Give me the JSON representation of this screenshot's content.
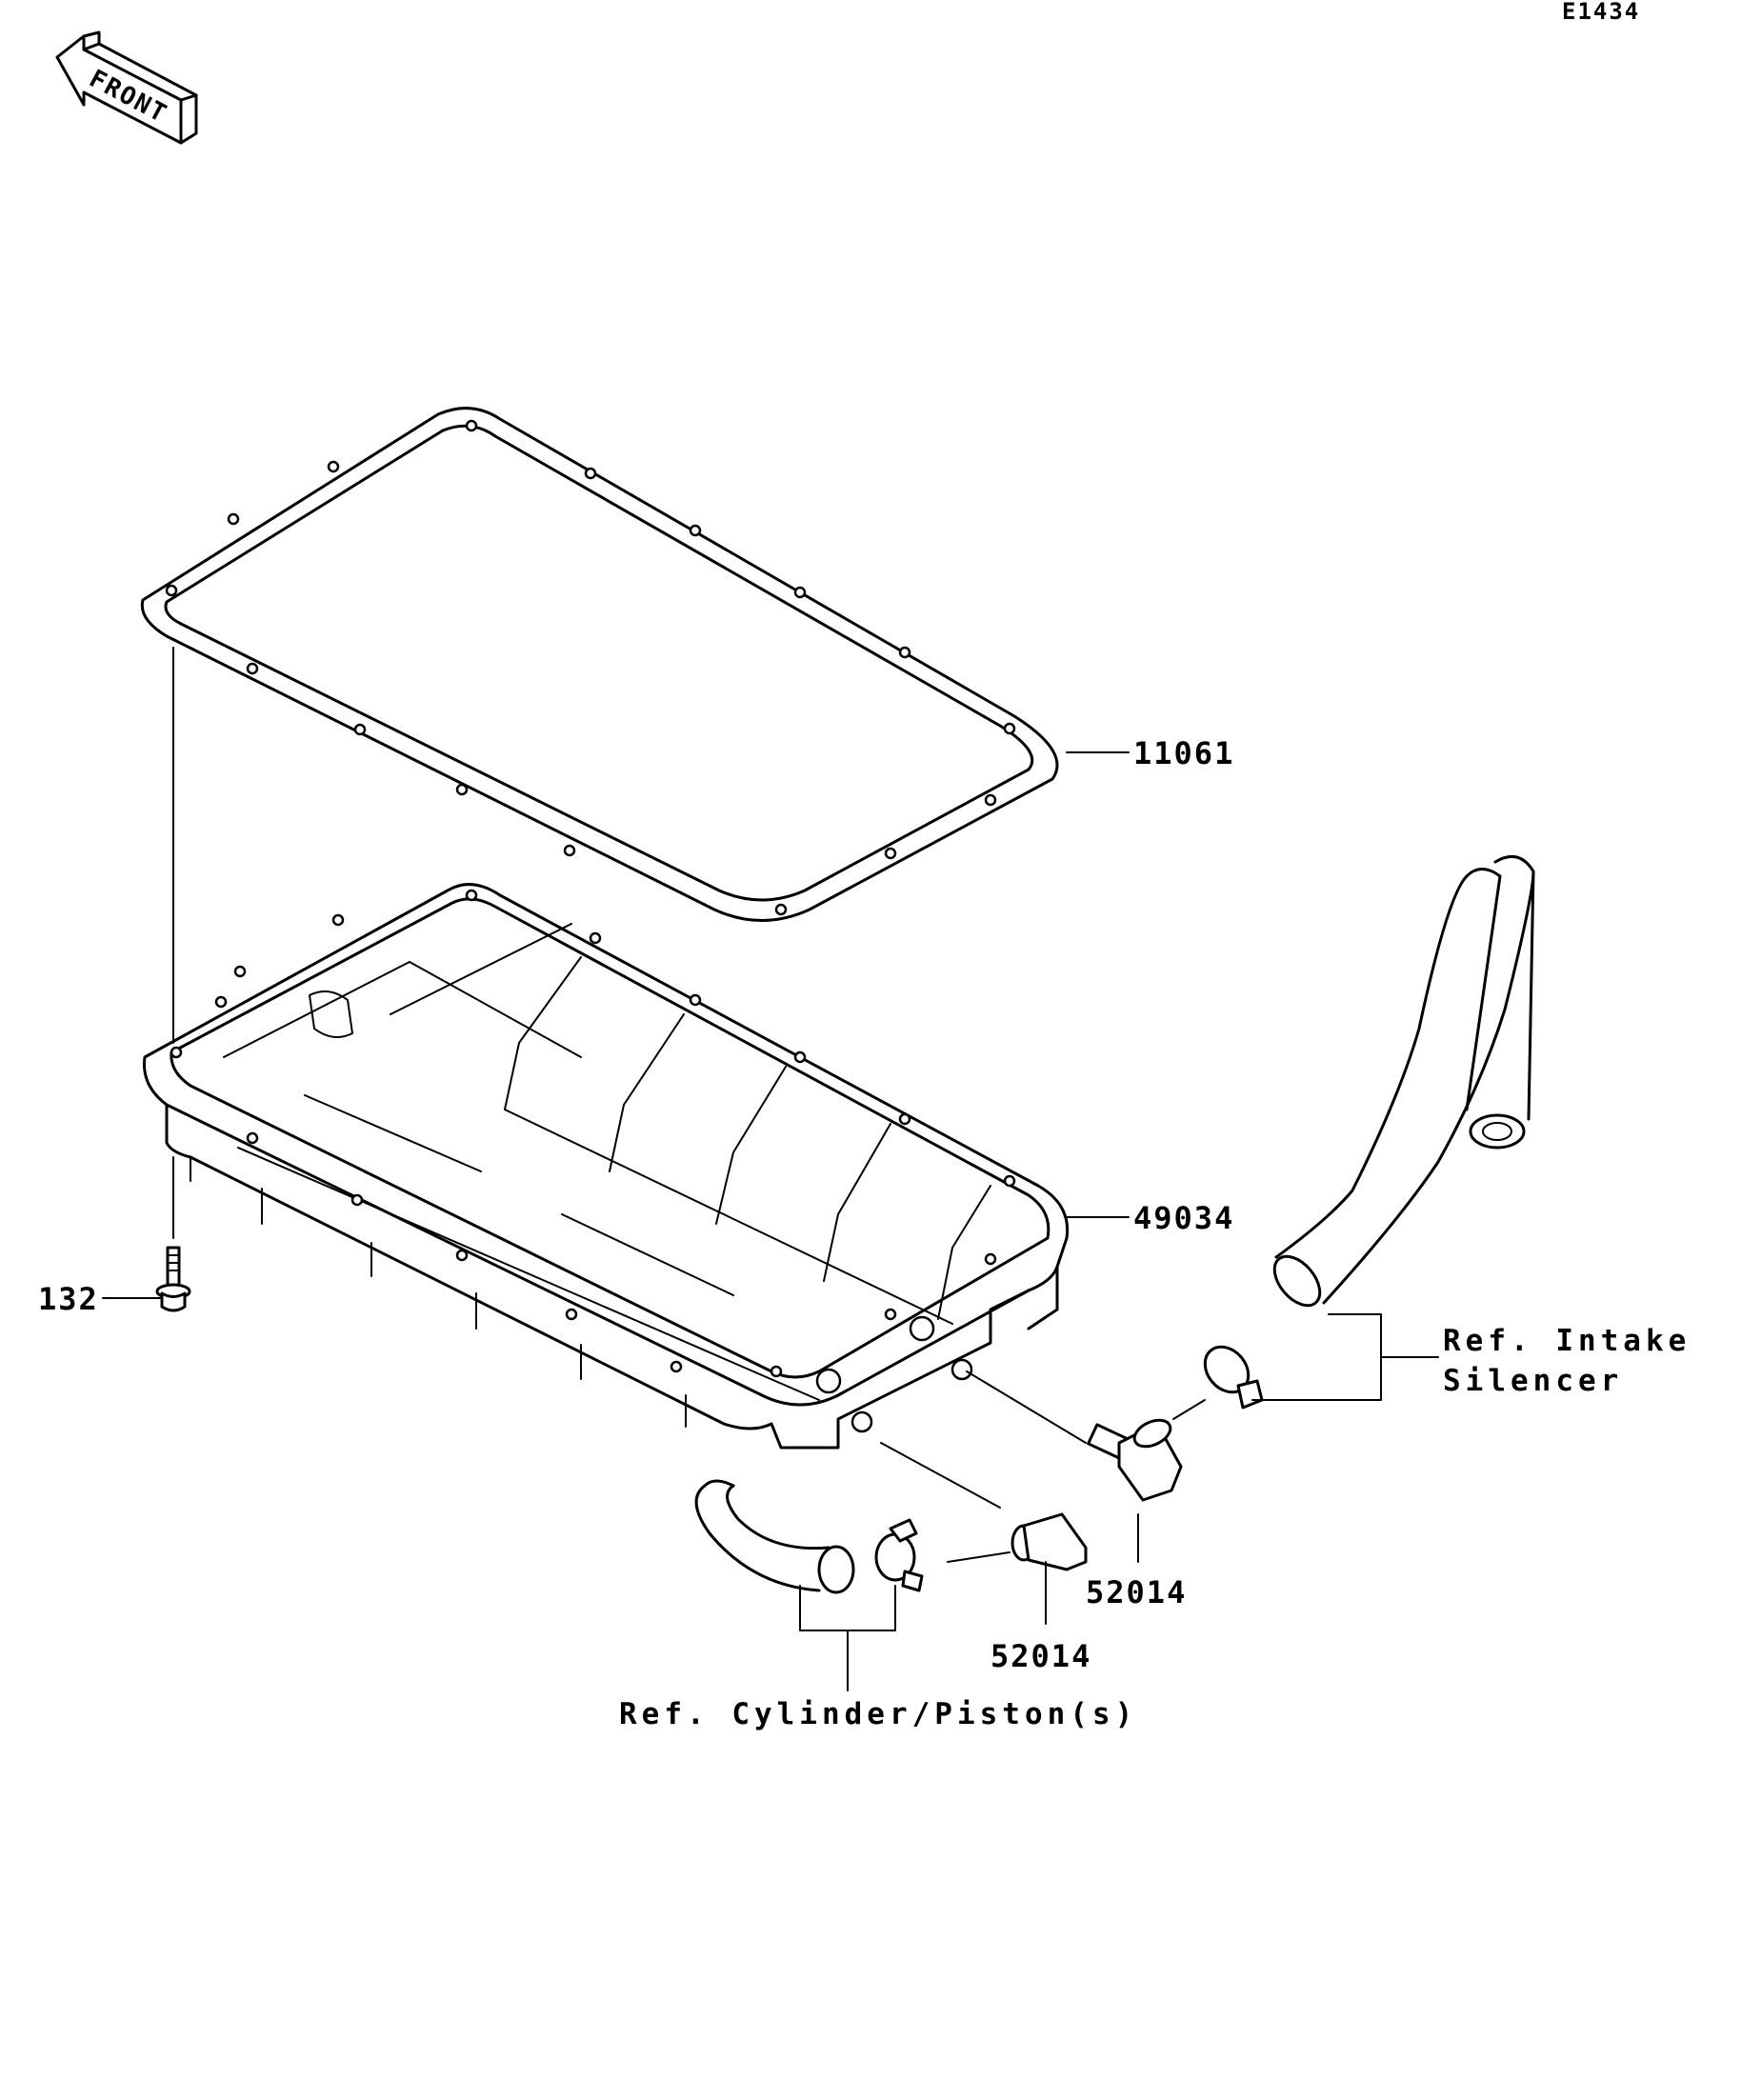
{
  "diagram": {
    "code": "E1434",
    "front_label": "FRONT",
    "parts": [
      {
        "id": "11061"
      },
      {
        "id": "49034"
      },
      {
        "id": "132"
      },
      {
        "id": "52014"
      },
      {
        "id": "52014"
      }
    ],
    "references": {
      "intake_line1": "Ref. Intake",
      "intake_line2": "Silencer",
      "cylinder": "Ref. Cylinder/Piston(s)"
    }
  }
}
